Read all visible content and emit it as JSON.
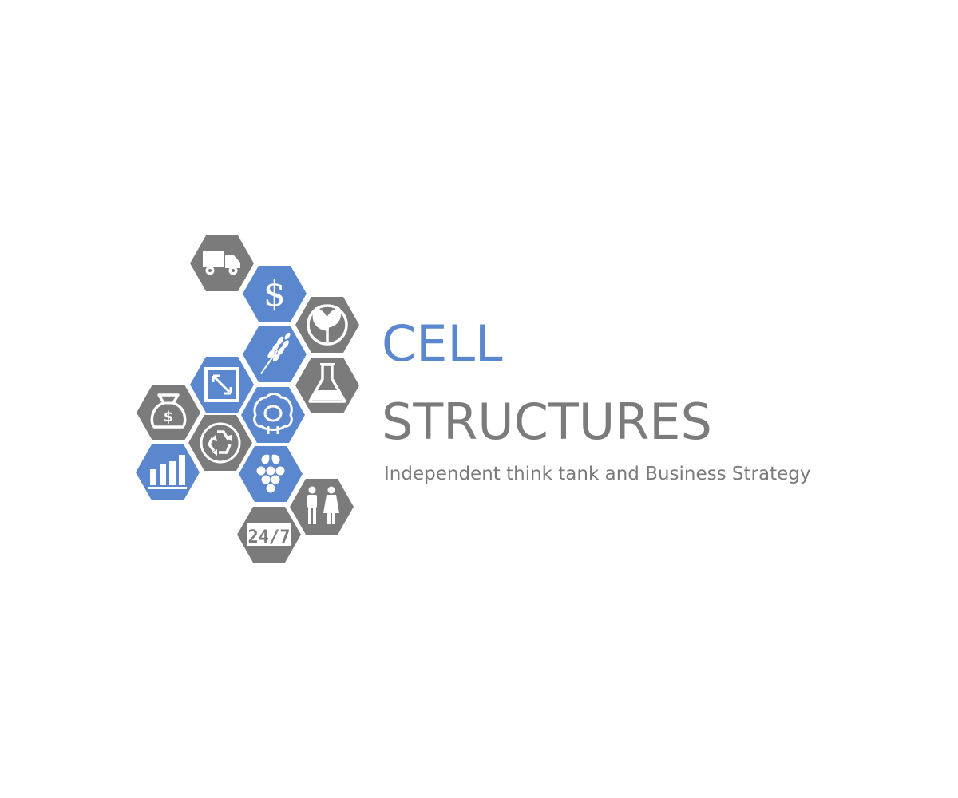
{
  "colors": {
    "blue": "#5b87cf",
    "gray": "#7b7b7b",
    "background": "#ffffff",
    "icon": "#ffffff"
  },
  "brand": {
    "line1": "CELL",
    "line2": "STRUCTURES",
    "tagline": "Independent think tank and Business Strategy"
  },
  "hexagons": [
    {
      "icon": "truck-icon",
      "color": "gray"
    },
    {
      "icon": "dollar-sign-icon",
      "color": "blue"
    },
    {
      "icon": "leaf-circle-icon",
      "color": "gray"
    },
    {
      "icon": "wheat-icon",
      "color": "blue"
    },
    {
      "icon": "flask-icon",
      "color": "gray"
    },
    {
      "icon": "exchange-arrows-icon",
      "color": "blue"
    },
    {
      "icon": "sheep-icon",
      "color": "blue"
    },
    {
      "icon": "money-bag-icon",
      "color": "gray"
    },
    {
      "icon": "recycle-icon",
      "color": "gray"
    },
    {
      "icon": "bar-chart-icon",
      "color": "blue"
    },
    {
      "icon": "grapes-icon",
      "color": "blue"
    },
    {
      "icon": "people-icon",
      "color": "gray"
    },
    {
      "icon": "twenty-four-seven-icon",
      "color": "gray"
    }
  ],
  "badge_text": "24/7"
}
